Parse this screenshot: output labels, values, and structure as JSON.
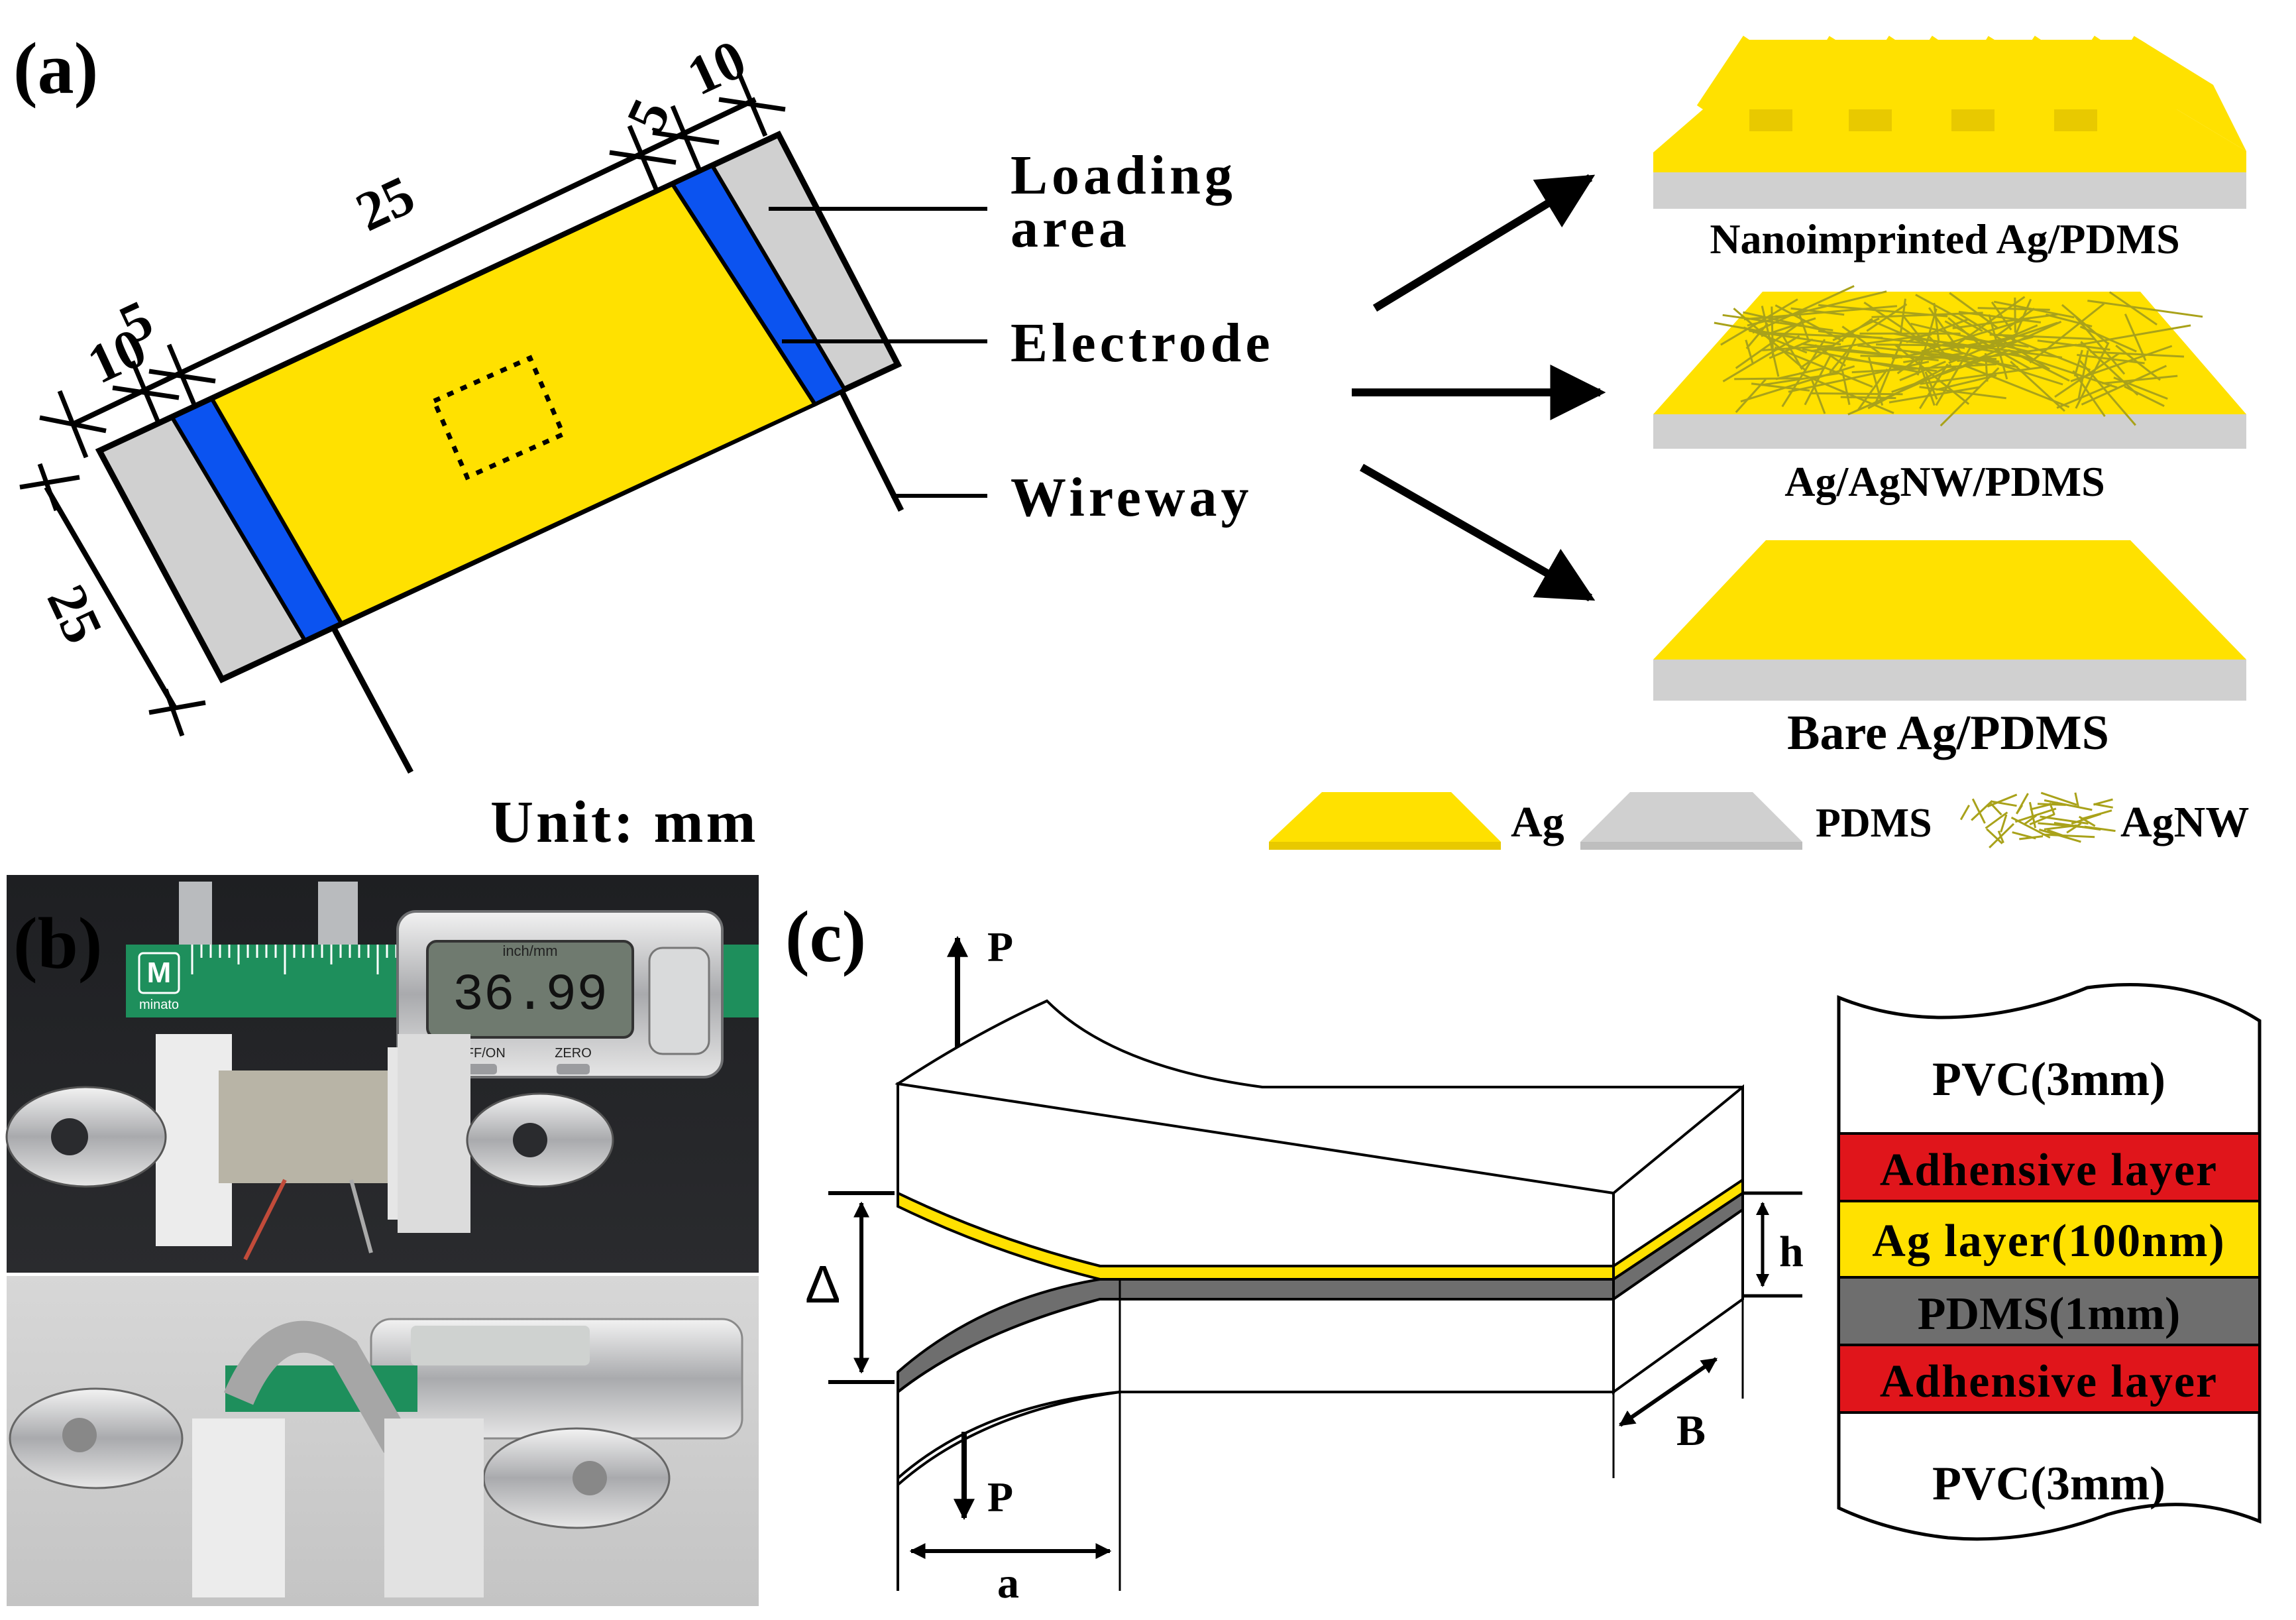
{
  "panels": {
    "a": {
      "label": "(a)",
      "dimensions": {
        "top_left": "10",
        "top_mid": "5",
        "top_main": "25",
        "right_5": "5",
        "right_10": "10",
        "width": "25"
      },
      "callouts": {
        "loading_1": "Loading",
        "loading_2": "area",
        "electrode": "Electrode",
        "wireway": "Wireway"
      },
      "unit": "Unit: mm",
      "samples": [
        "Nanoimprinted Ag/PDMS",
        "Ag/AgNW/PDMS",
        "Bare Ag/PDMS"
      ],
      "legend": [
        "Ag",
        "PDMS",
        "AgNW"
      ]
    },
    "b": {
      "label": "(b)",
      "caliper": {
        "brand": "minato",
        "unit_text": "inch/mm",
        "reading": "36.99",
        "btn_off": "OFF/ON",
        "btn_zero": "ZERO"
      }
    },
    "c": {
      "label": "(c)",
      "symbols": {
        "load_top": "P",
        "load_bottom": "P",
        "delta": "Δ",
        "thickness": "h",
        "width": "B",
        "crack": "a"
      },
      "layers": [
        "PVC(3mm)",
        "Adhensive layer",
        "Ag layer(100nm)",
        "PDMS(1mm)",
        "Adhensive layer",
        "PVC(3mm)"
      ]
    }
  },
  "colors": {
    "ag": "#FFE100",
    "pdms_gray": "#CFCFCF",
    "electrode_blue": "#0B53F0",
    "adhesive_red": "#E0151B",
    "pdms_dark": "#6E6E6E",
    "agnw": "#A9A21A"
  }
}
